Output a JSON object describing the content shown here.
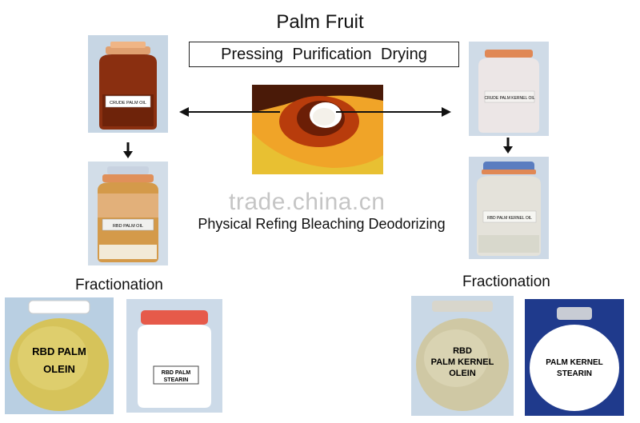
{
  "title": "Palm Fruit",
  "process_top": "Pressing  Purification  Drying",
  "process_refining": "Physical Refing Bleaching Deodorizing",
  "fractionation_left": "Fractionation",
  "fractionation_right": "Fractionation",
  "watermark": "trade.china.cn",
  "jars": {
    "crude_palm_oil": "CRUDE PALM OIL",
    "rbd_palm_oil": "RBD PALM OIL",
    "crude_palm_kernel_oil": "CRUDE PALM KERNEL OIL",
    "rbd_palm_kernel_oil": "RBD PALM KERNEL OIL",
    "rbd_palm_olein_l1": "RBD PALM",
    "rbd_palm_olein_l2": "OLEIN",
    "rbd_palm_stearin_l1": "RBD PALM",
    "rbd_palm_stearin_l2": "STEARIN",
    "rbd_pk_olein_l1": "RBD",
    "rbd_pk_olein_l2": "PALM KERNEL",
    "rbd_pk_olein_l3": "OLEIN",
    "pk_stearin_l1": "PALM KERNEL",
    "pk_stearin_l2": "STEARIN"
  },
  "colors": {
    "crude_palm_oil": "#8a2f10",
    "rbd_palm_oil": "#d49a4a",
    "crude_palm_kernel_oil": "#ece6e6",
    "rbd_palm_kernel_oil": "#e4e2da",
    "olein": "#d6c35a",
    "stearin": "#ffffff",
    "pk_olein": "#cfc8a4",
    "photo_bg": "#cfdde9"
  }
}
